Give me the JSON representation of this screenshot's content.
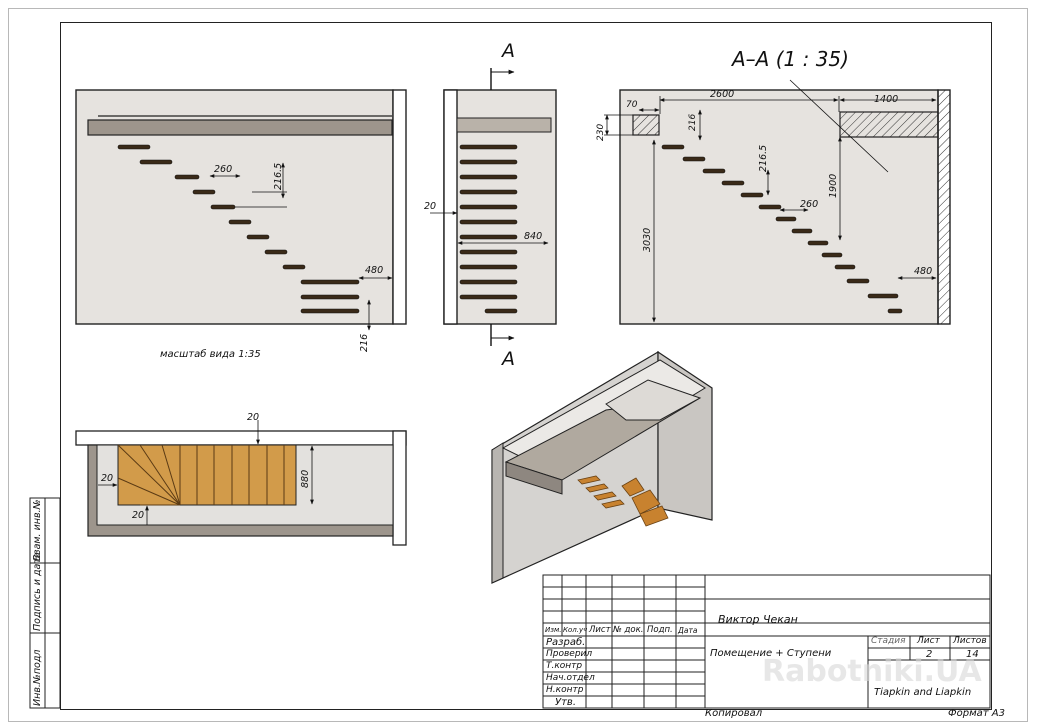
{
  "section_label": "A",
  "section_title": "А–А (1 : 35)",
  "view_scale_note": "масштаб вида 1:35",
  "dims": {
    "front_step_w": "260",
    "front_step_h": "216.5",
    "front_last_w": "480",
    "front_bottom": "216",
    "side_gap": "20",
    "side_width": "840",
    "sec_70": "70",
    "sec_230": "230",
    "sec_216": "216",
    "sec_2600": "2600",
    "sec_1400": "1400",
    "sec_2165": "216.5",
    "sec_1900": "1900",
    "sec_260": "260",
    "sec_3030": "3030",
    "sec_480": "480",
    "plan_20_top": "20",
    "plan_20_left": "20",
    "plan_20_bottom": "20",
    "plan_880": "880"
  },
  "side_stamp": [
    "Инв.№подл",
    "Подпись и дата",
    "Взам. инв.№"
  ],
  "title_block": {
    "headers": [
      "Изм.",
      "Кол.уч",
      "Лист",
      "№ док.",
      "Подп.",
      "Дата"
    ],
    "rows": [
      "Разраб.",
      "Проверил",
      "Т.контр",
      "Нач.отдел",
      "Н.контр",
      "Утв."
    ],
    "author": "Виктор Чекан",
    "drawing_name": "Помещение + Ступени",
    "stage_label": "Стадия",
    "sheet_label": "Лист",
    "sheets_label": "Листов",
    "sheet_value": "2",
    "sheets_value": "14",
    "organization": "Tiapkin and Liapkin"
  },
  "footer": {
    "copied": "Копировал",
    "format": "Формат А3"
  },
  "watermark": "Rabotniki.UA"
}
